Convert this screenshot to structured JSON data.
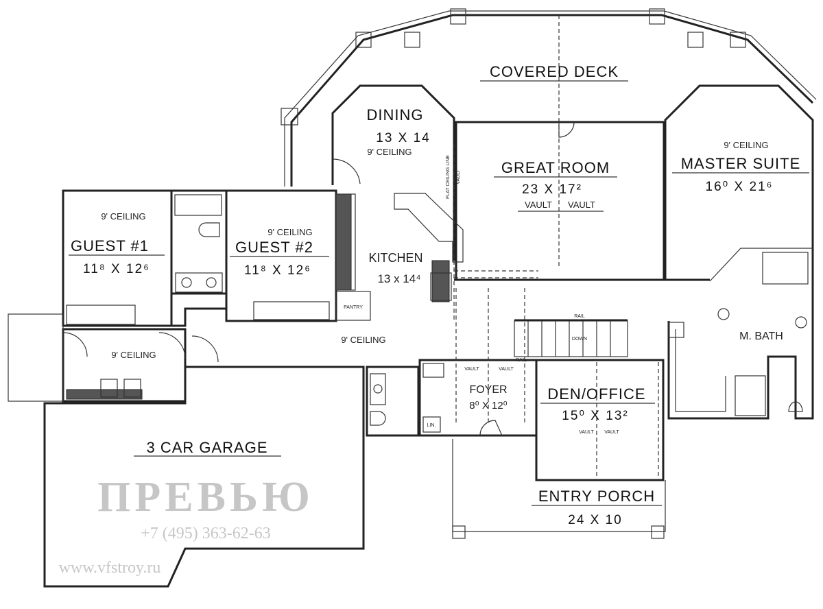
{
  "rooms": {
    "covered_deck": {
      "label": "COVERED DECK"
    },
    "dining": {
      "label": "DINING",
      "dims": "13  X  14",
      "ceiling": "9' CEILING"
    },
    "great_room": {
      "label": "GREAT ROOM",
      "dims": "23  X  17²",
      "vault_left": "VAULT",
      "vault_right": "VAULT"
    },
    "master_suite": {
      "label": "MASTER SUITE",
      "dims": "16⁰  X  21⁶",
      "ceiling": "9' CEILING"
    },
    "guest1": {
      "label": "GUEST #1",
      "dims": "11⁸  X  12⁶",
      "ceiling": "9' CEILING"
    },
    "guest2": {
      "label": "GUEST #2",
      "dims": "11⁸  X  12⁶",
      "ceiling": "9' CEILING"
    },
    "kitchen": {
      "label": "KITCHEN",
      "dims": "13 x 14⁴",
      "pantry": "PANTRY",
      "flat_ceiling": "FLAT CEILING LINE",
      "vault": "VAULT"
    },
    "hall": {
      "ceiling": "9' CEILING"
    },
    "laundry": {
      "ceiling": "9' CEILING"
    },
    "garage": {
      "label": "3 CAR GARAGE"
    },
    "foyer": {
      "label": "FOYER",
      "dims": "8⁰ X  12⁰",
      "vault_left": "VAULT",
      "vault_right": "VAULT",
      "closet": "LIN."
    },
    "den_office": {
      "label": "DEN/OFFICE",
      "dims": "15⁰  X  13²",
      "vault_left": "VAULT",
      "vault_right": "VAULT"
    },
    "entry_porch": {
      "label": "ENTRY PORCH",
      "dims": "24  X  10"
    },
    "m_bath": {
      "label": "M. BATH"
    },
    "stairs": {
      "rail": "RAIL",
      "down": "DOWN",
      "rail2": "RAIL"
    }
  },
  "watermark": {
    "logo": "ПРЕВЬЮ",
    "phone": "+7 (495) 363-62-63",
    "url": "www.vfstroy.ru"
  }
}
